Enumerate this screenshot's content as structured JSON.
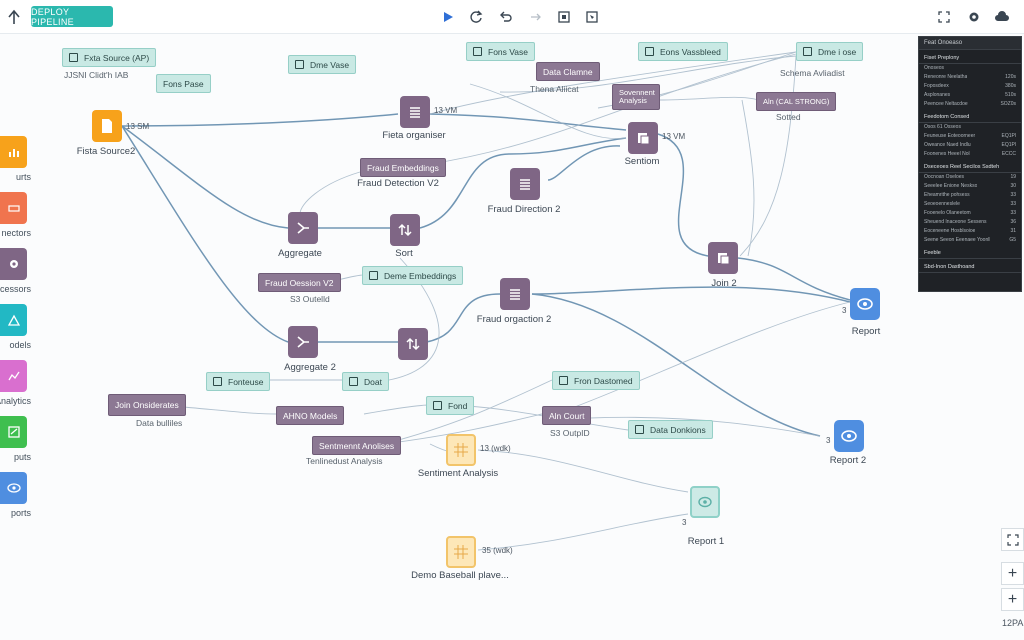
{
  "toolbar": {
    "deploy_label": "DEPLOY PIPELINE",
    "icons": [
      "back-icon",
      "run-icon",
      "refresh-icon",
      "undo-icon",
      "redo-icon",
      "fit-icon",
      "select-icon",
      "expand-icon",
      "settings-icon",
      "cloud-icon"
    ]
  },
  "rail": [
    {
      "label": "urts",
      "icon": "chart-icon",
      "color": "#f7a21b"
    },
    {
      "label": "nectors",
      "icon": "connector-icon",
      "color": "#f0744e"
    },
    {
      "label": "cessors",
      "icon": "gear-icon",
      "color": "#7f6685"
    },
    {
      "label": "odels",
      "icon": "model-icon",
      "color": "#22b8c4"
    },
    {
      "label": "Analytics",
      "icon": "analytics-icon",
      "color": "#d96fcf"
    },
    {
      "label": "puts",
      "icon": "output-icon",
      "color": "#3fbf4f"
    },
    {
      "label": "ports",
      "icon": "eye-icon",
      "color": "#4f8ee0"
    }
  ],
  "chips": {
    "data_source_api": "Fxta Source (AP)",
    "fons_pase_1": "Fons Pase",
    "dme_vase": "Dme Vase",
    "fons_vase": "Fons Vase",
    "data_clamne": "Data Clamne",
    "eons_vassbleed": "Eons Vassbleed",
    "dme_i_ose": "Dme i ose",
    "sovennent_analysis": "Sovennent Analysis",
    "aln_calstrond": "Aln (CAL STRONG)",
    "fraud_embeddings": "Fraud Embeddings",
    "fraud_oession": "Fraud Oession V2",
    "deme_embeddings": "Deme Embeddings",
    "fonteuse": "Fonteuse",
    "doat": "Doat",
    "join_onsiderates": "Join Onsiderates",
    "ahnd_models": "AHNO Models",
    "fond": "Fond",
    "fron_dastomed": "Fron Dastomed",
    "aln_court": "Aln Court",
    "data_donkions": "Data Donkions",
    "sentmennt_anolises": "Sentmennt Anolises"
  },
  "captions": {
    "jsn_client": "JJSNI Clidt'h IAB",
    "schema_avliadist": "Schema Avliadist",
    "thena_aliicat": "Thena Aliicat",
    "sotted": "Sotted",
    "fista_source2": "Fista Source2",
    "fieta_organiser": "Fieta organiser",
    "sentiom": "Sentiom",
    "fraud_detection_v2": "Fraud Detection V2",
    "fraud_direction_2": "Fraud Direction 2",
    "aggregate": "Aggregate",
    "sort": "Sort",
    "join_2": "Join 2",
    "s3_outelld": "S3 Outelld",
    "report": "Report",
    "fraud_orgaction_2": "Fraud orgaction 2",
    "aggregate_2": "Aggregate 2",
    "data_bulliles": "Data bulliles",
    "s3_outpid": "S3 OutpID",
    "report_2": "Report 2",
    "tenlinedust_analysis": "Tenlinedust Analysis",
    "sentiment_analysis": "Sentiment Analysis",
    "report_1": "Report 1",
    "demo_baseball": "Demo Baseball plave..."
  },
  "ports": {
    "p13_a": "13 SM",
    "p13_b": "13 VM",
    "p13_c": "13 VM",
    "p13_d": "13 (wdk)",
    "p35": "35 (wdk)",
    "n3_a": "3",
    "n3_b": "3",
    "n3_c": "3"
  },
  "panel": {
    "title": "Feat Onoeaso",
    "sections": [
      {
        "name": "Fiset Preplony",
        "rows": [
          [
            "Onoseos",
            ""
          ],
          [
            "Reneonre Neelatha",
            "120s"
          ],
          [
            "Foposdeex",
            "380s"
          ],
          [
            "Asplonanes",
            "510s"
          ],
          [
            "Peencee Neltacdoe",
            "SOZ0s"
          ]
        ]
      },
      {
        "name": "Feedotom Consed",
        "rows": [
          [
            "Osos 61 Osseos",
            ""
          ],
          [
            "Feuneuse Eoteoorneer",
            "EQ1Pl"
          ],
          [
            "Oweance Naed Indlu",
            "EQ1Pl"
          ],
          [
            "Foonenes Heeel Nol",
            "ECCC"
          ]
        ]
      },
      {
        "name": "Dseceoes Reel Secilos Ssdteh",
        "rows": [
          [
            "Oocnoan Oseloes",
            "19"
          ],
          [
            "Seeelee Enione Neskso",
            "30"
          ],
          [
            "Eheamrithe pohsess",
            "33"
          ],
          [
            "Seoeoenneslele",
            "33"
          ],
          [
            "Fooenelo Olaneetom",
            "33"
          ],
          [
            "Sheuend Inaceone Sessens",
            "36"
          ],
          [
            "Eoceneene Hosblsoioe",
            "31"
          ],
          [
            "Seene Seeon Eeenaee Yoonll",
            "G5"
          ]
        ]
      },
      {
        "name": "Feeble",
        "rows": []
      },
      {
        "name": "Sbd-Inon Dasthoand",
        "rows": []
      }
    ]
  },
  "zoom": {
    "level": "12PA",
    "plus_1": "+",
    "plus_2": "+"
  }
}
